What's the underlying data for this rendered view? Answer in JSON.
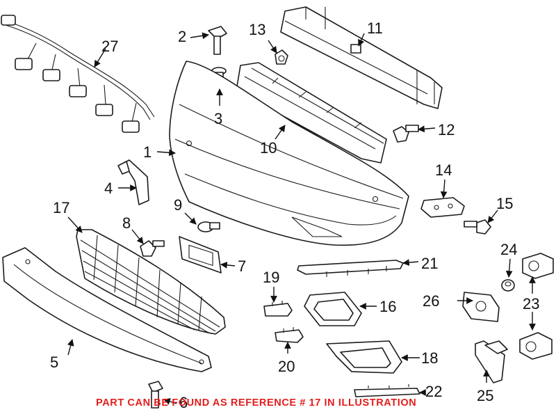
{
  "note": "PART CAN BE FOUND AS REFERENCE # 17 IN ILLUSTRATION",
  "accent_color": "#e41d1d",
  "callouts": {
    "c1": "1",
    "c2": "2",
    "c3": "3",
    "c4": "4",
    "c5": "5",
    "c6": "6",
    "c7": "7",
    "c8": "8",
    "c9": "9",
    "c10": "10",
    "c11": "11",
    "c12": "12",
    "c13": "13",
    "c14": "14",
    "c15": "15",
    "c16": "16",
    "c17": "17",
    "c18": "18",
    "c19": "19",
    "c20": "20",
    "c21": "21",
    "c22": "22",
    "c23": "23",
    "c24": "24",
    "c25": "25",
    "c26": "26",
    "c27": "27"
  }
}
